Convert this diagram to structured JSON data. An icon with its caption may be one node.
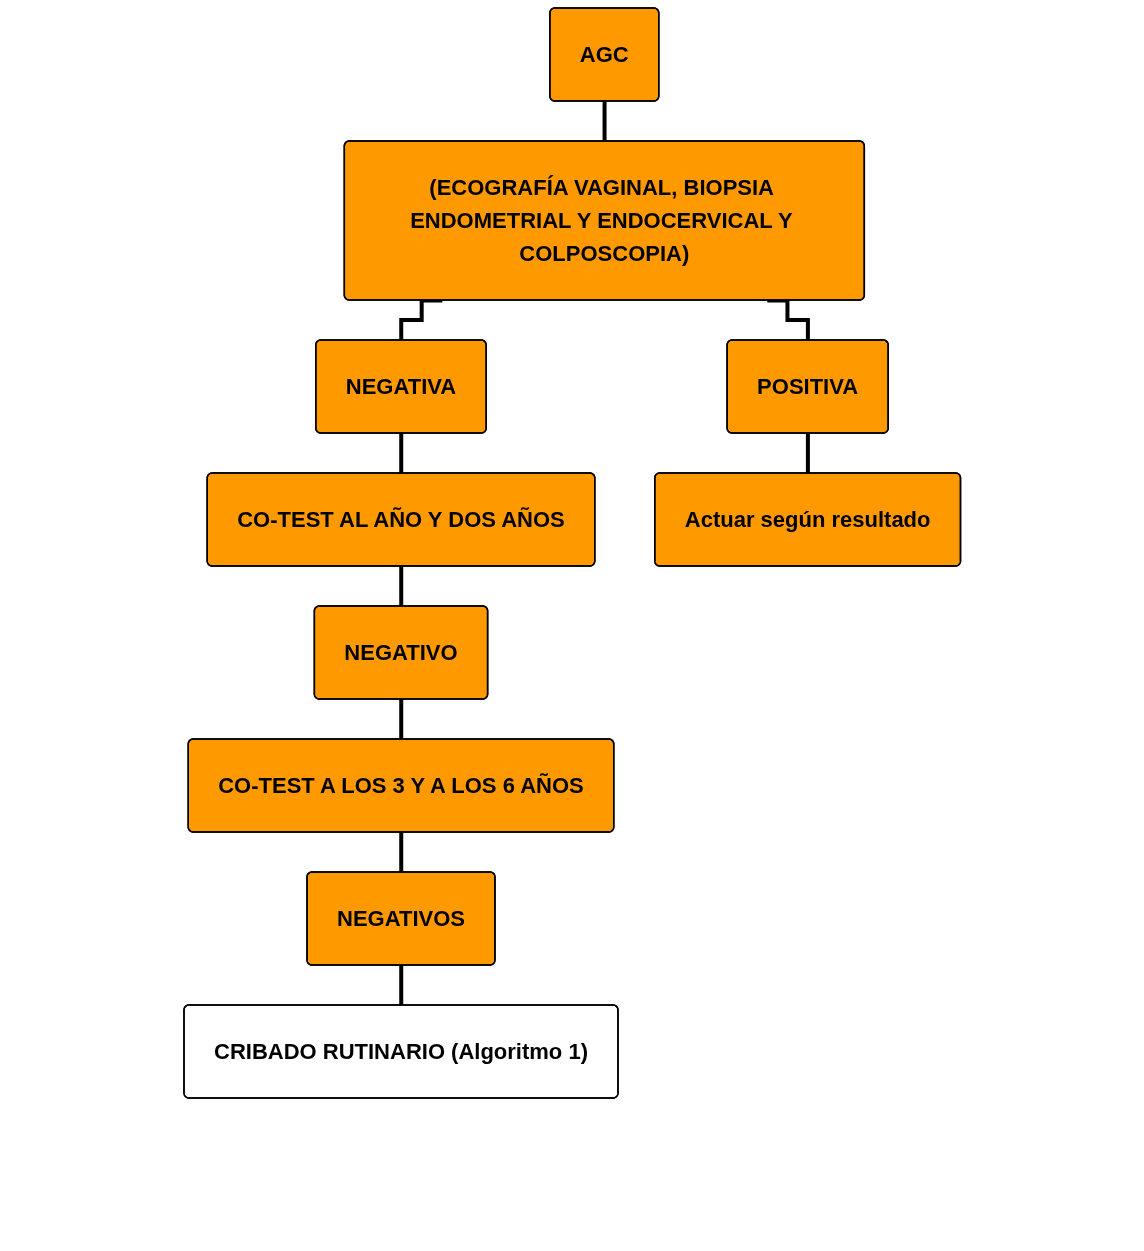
{
  "diagram": {
    "nodes": [
      {
        "text": [
          "AGC"
        ]
      },
      {
        "text": [
          "(ECOGRAFÍA VAGINAL, BIOPSIA ENDOMETRIAL Y ENDOCERVICAL Y COLPOSCOPIA)"
        ]
      },
      {
        "text": [
          "NEGATIVA"
        ]
      },
      {
        "text": [
          "POSITIVA"
        ]
      },
      {
        "text": [
          "CO-TEST AL AÑO Y DOS AÑOS"
        ]
      },
      {
        "text": [
          "Actuar según resultado"
        ]
      },
      {
        "text": [
          "NEGATIVO"
        ]
      },
      {
        "text": [
          "CO-TEST A LOS 3 Y A LOS 6 AÑOS"
        ]
      },
      {
        "text": [
          "NEGATIVOS"
        ]
      },
      {
        "text": [
          "CRIBADO RUTINARIO (Algoritmo 1)"
        ]
      }
    ],
    "edges": [
      {
        "from": 0,
        "to": 1,
        "arrow": "none"
      },
      {
        "from": 1,
        "to": 2,
        "arrow": "none"
      },
      {
        "from": 1,
        "to": 3,
        "arrow": "none"
      },
      {
        "from": 2,
        "to": 4,
        "arrow": "none"
      },
      {
        "from": 3,
        "to": 5,
        "arrow": "none"
      },
      {
        "from": 4,
        "to": 6,
        "arrow": "none"
      },
      {
        "from": 6,
        "to": 7,
        "arrow": "none"
      },
      {
        "from": 7,
        "to": 8,
        "arrow": "none"
      },
      {
        "from": 8,
        "to": 9,
        "arrow": "none"
      }
    ]
  }
}
